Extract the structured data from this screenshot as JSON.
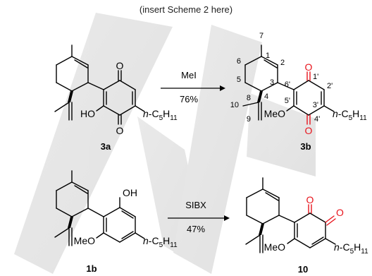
{
  "scheme": {
    "placeholder": "(insert Scheme 2 here)",
    "reaction_1": {
      "reactant": "3a",
      "product": "3b",
      "reagent": "MeI",
      "yield": "76%",
      "reactant_atoms": {
        "hydroxyl": "HO",
        "oxo_top": "O",
        "oxo_bottom": "O"
      },
      "product_atoms": {
        "methoxy": "MeO",
        "oxo_top": "O",
        "oxo_bottom": "O"
      },
      "pentyl": {
        "prefix": "n",
        "sep": "-C",
        "c_sub": "5",
        "h": "H",
        "h_sub": "11"
      },
      "locants": [
        "7",
        "1",
        "2",
        "6",
        "3",
        "5",
        "4",
        "8",
        "10",
        "9",
        "6'",
        "1'",
        "2'",
        "5'",
        "3'",
        "4'"
      ]
    },
    "reaction_2": {
      "reactant": "1b",
      "product": "10",
      "reagent": "SIBX",
      "yield": "47%",
      "reactant_atoms": {
        "hydroxyl": "OH",
        "methoxy": "MeO"
      },
      "product_atoms": {
        "methoxy": "MeO",
        "oxo_1": "O",
        "oxo_2": "O"
      },
      "pentyl": {
        "prefix": "n",
        "sep": "-C",
        "c_sub": "5",
        "h": "H",
        "h_sub": "11"
      }
    },
    "colors": {
      "bond": "#000000",
      "highlight": "#e8141c",
      "watermark": "#d2d2d2"
    }
  }
}
